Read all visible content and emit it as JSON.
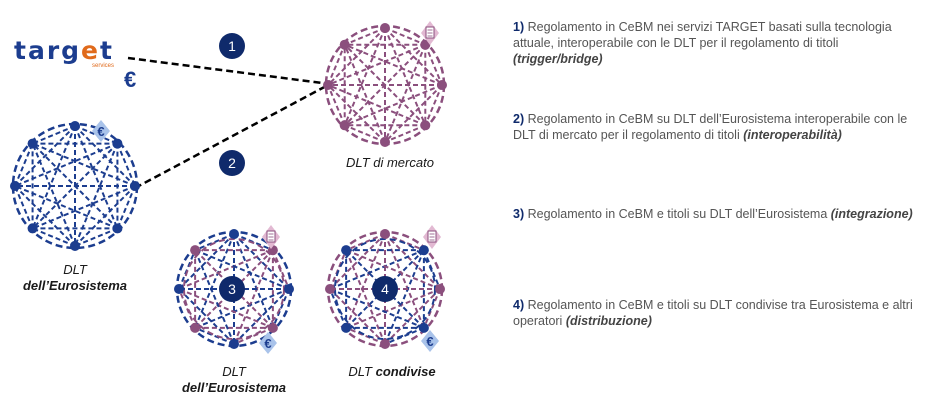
{
  "logo": {
    "word_start": "targ",
    "word_accent": "e",
    "word_end": "t",
    "subtitle": "services",
    "currency": "€"
  },
  "badges": [
    "1",
    "2",
    "3",
    "4"
  ],
  "captions": {
    "market": "DLT di mercato",
    "euro_line1": "DLT",
    "euro_line2": "dell’Eurosistema",
    "euro3_line1": "DLT",
    "euro3_line2": "dell’Eurosistema",
    "shared_prefix": "DLT ",
    "shared_emph": "condivise"
  },
  "items": [
    {
      "num": "1)",
      "text": " Regolamento in CeBM nei servizi TARGET basati sulla tecnologia attuale, interoperabile con le DLT per il regolamento di titoli ",
      "emph": "(trigger/bridge)"
    },
    {
      "num": "2)",
      "text": " Regolamento in CeBM su DLT dell’Eurosistema interoperabile con le DLT di mercato per il regolamento di titoli ",
      "emph": "(interoperabilità)"
    },
    {
      "num": "3)",
      "text": " Regolamento in CeBM e titoli su DLT dell’Eurosistema ",
      "emph": "(integrazione)"
    },
    {
      "num": "4)",
      "text": " Regolamento in CeBM e titoli su DLT condivise tra Eurosistema e altri operatori ",
      "emph": "(distribuzione)"
    }
  ],
  "colors": {
    "blue": "#1c3d8f",
    "purple": "#8b4f7d",
    "badge": "#0f2a6b",
    "euro_bg": "#a9c3ea",
    "doc_bg": "#e2b9d2"
  },
  "icons": [
    "euro-icon",
    "document-icon"
  ]
}
